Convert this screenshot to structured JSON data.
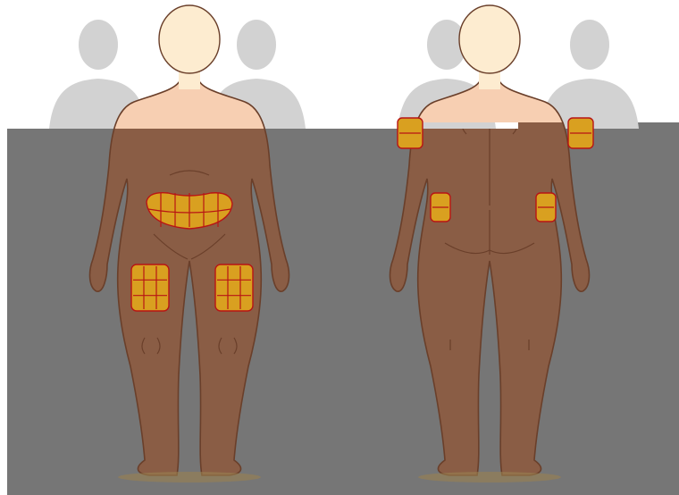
{
  "colors": {
    "background": "#ffffff",
    "panel": "#767676",
    "silhouette": "#d2d2d2",
    "skin_light": "#fdecd0",
    "skin_peach": "#f7cfb2",
    "skin_dark": "#8a5d45",
    "outline": "#6a3f2a",
    "zone_fill": "#d9a020",
    "zone_grid": "#b81414",
    "shadow": "#9a8150"
  },
  "figures": [
    {
      "name": "front-view",
      "zones": [
        {
          "name": "abdomen-zone",
          "cols": 6,
          "rows": 2
        },
        {
          "name": "right-thigh-zone",
          "cols": 3,
          "rows": 3
        },
        {
          "name": "left-thigh-zone",
          "cols": 3,
          "rows": 3
        }
      ]
    },
    {
      "name": "back-view",
      "zones": [
        {
          "name": "left-upper-arm-zone",
          "cols": 1,
          "rows": 2
        },
        {
          "name": "right-upper-arm-zone",
          "cols": 1,
          "rows": 2
        },
        {
          "name": "left-flank-zone",
          "cols": 1,
          "rows": 2
        },
        {
          "name": "right-flank-zone",
          "cols": 1,
          "rows": 2
        }
      ]
    }
  ]
}
